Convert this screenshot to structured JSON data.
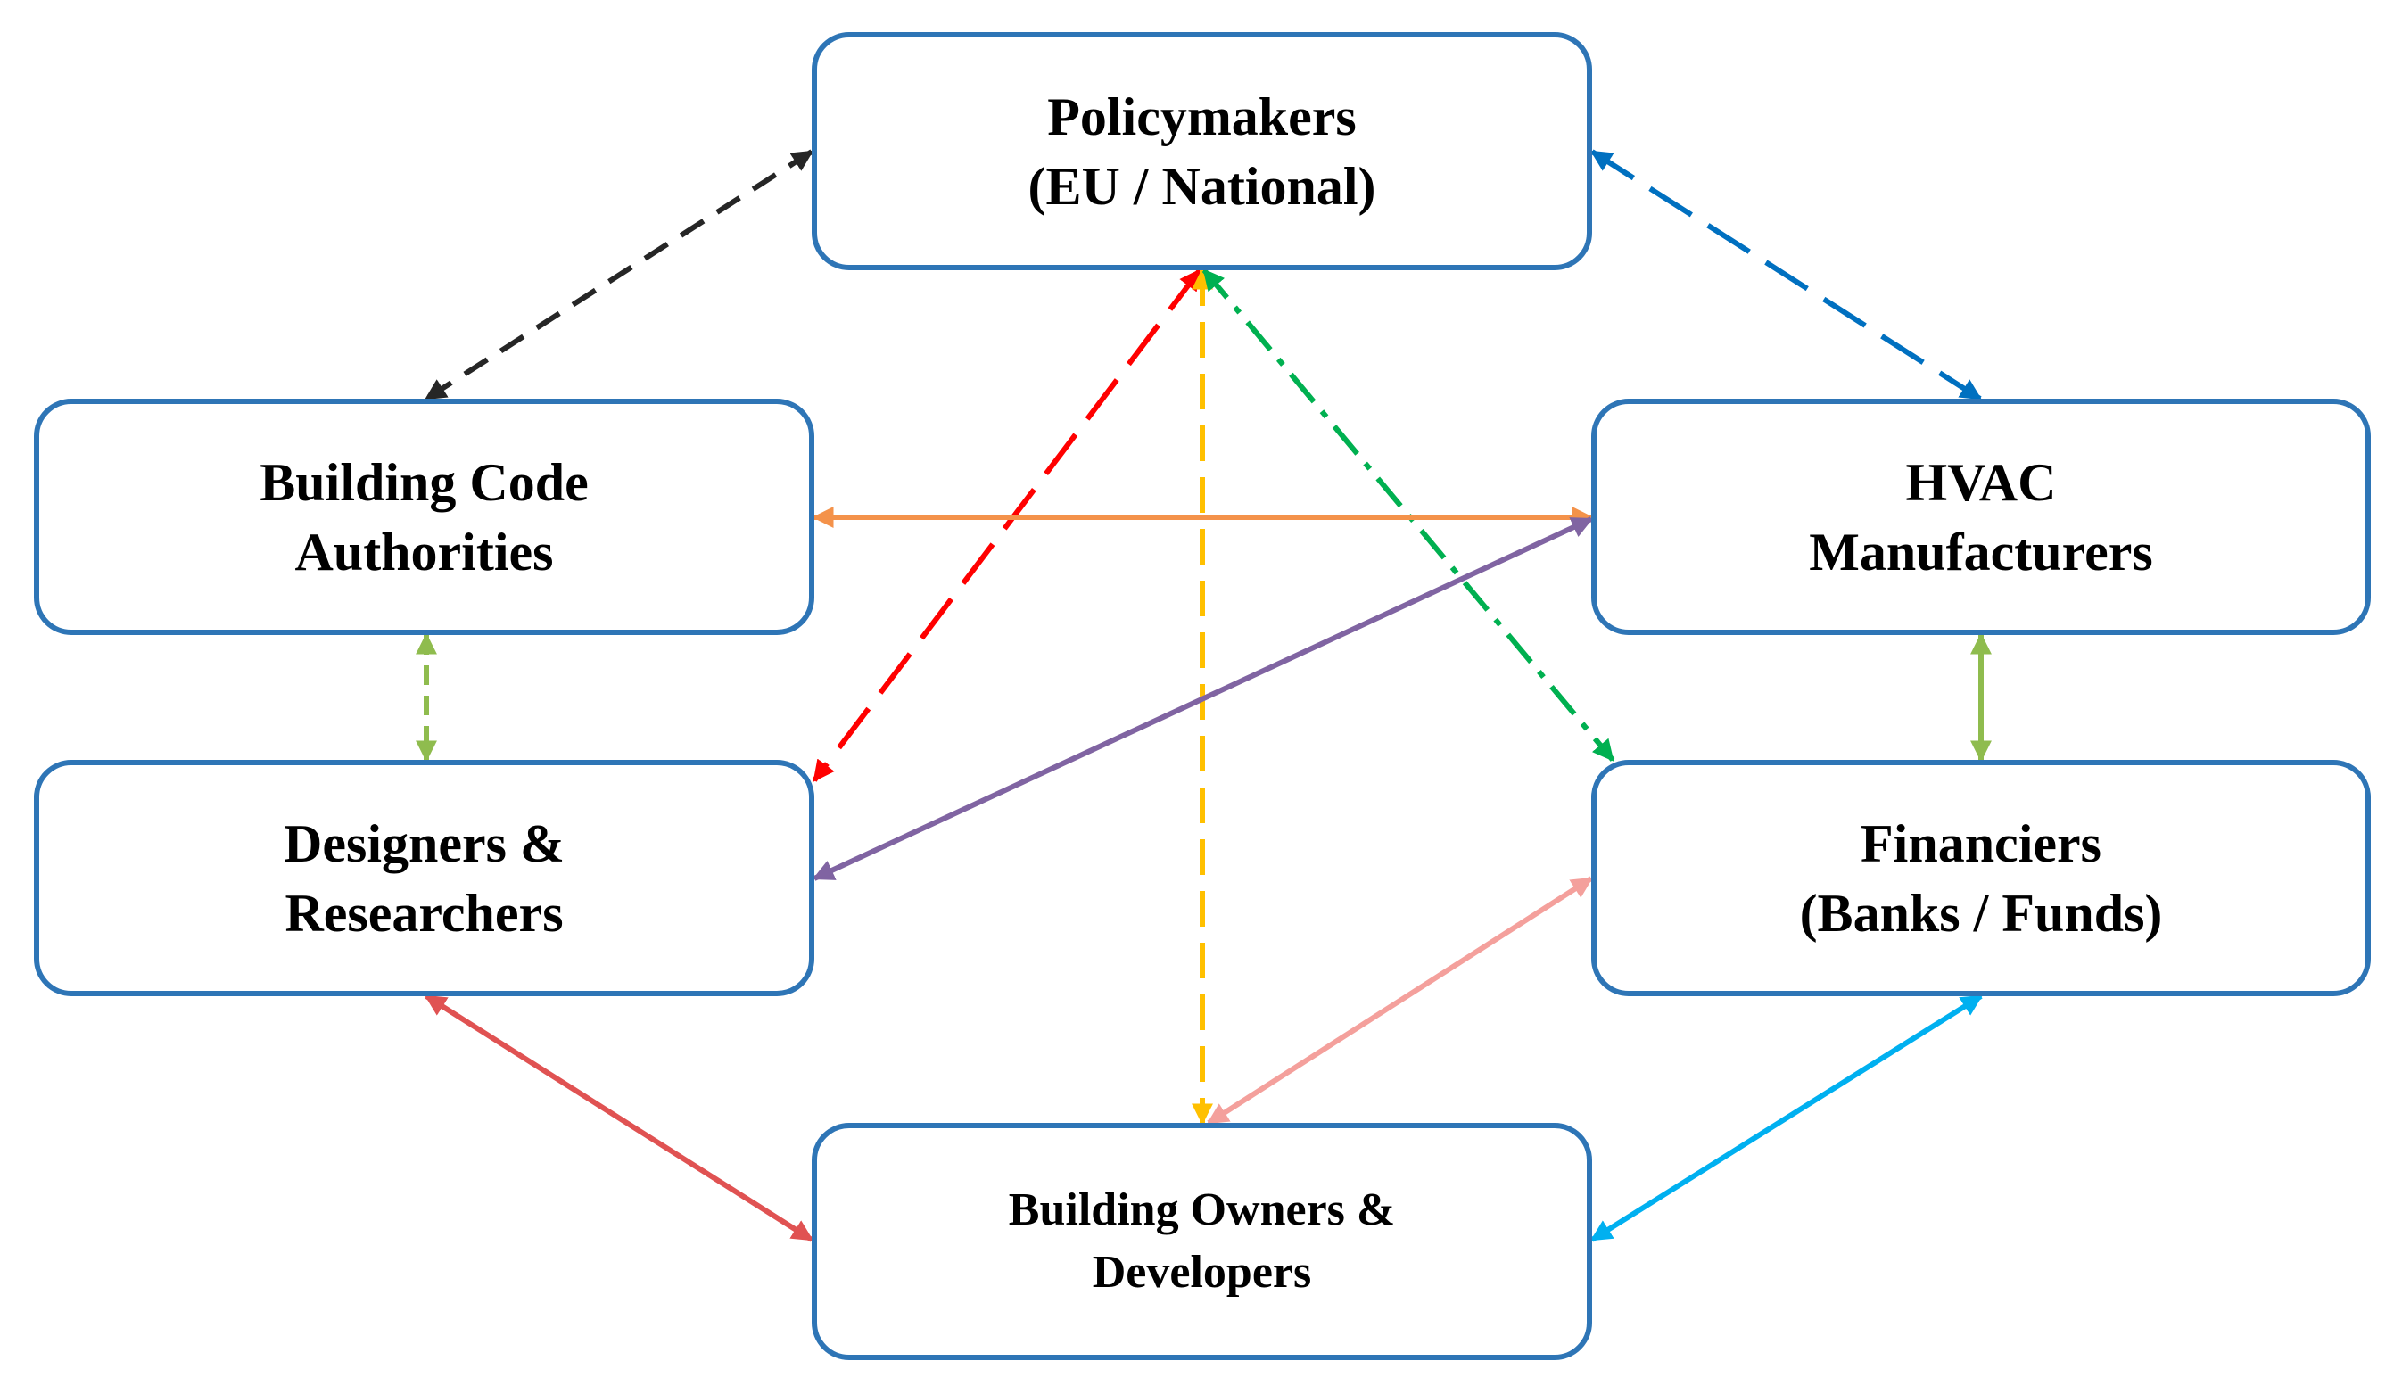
{
  "nodes": {
    "policymakers": {
      "line1": "Policymakers",
      "line2": "(EU / National)"
    },
    "code_authorities": {
      "line1": "Building Code",
      "line2": "Authorities"
    },
    "hvac": {
      "line1": "HVAC",
      "line2": "Manufacturers"
    },
    "designers": {
      "line1": "Designers &",
      "line2": "Researchers"
    },
    "financiers": {
      "line1": "Financiers",
      "line2": "(Banks / Funds)"
    },
    "owners": {
      "line1": "Building Owners &",
      "line2": "Developers"
    }
  },
  "links": [
    {
      "from": "policymakers",
      "to": "code_authorities",
      "color": "#262626",
      "style": "dashed"
    },
    {
      "from": "policymakers",
      "to": "hvac",
      "color": "#0070c0",
      "style": "long-dashed"
    },
    {
      "from": "policymakers",
      "to": "designers",
      "color": "#ff0000",
      "style": "long-dashed"
    },
    {
      "from": "policymakers",
      "to": "owners",
      "color": "#ffc000",
      "style": "dashed"
    },
    {
      "from": "policymakers",
      "to": "financiers",
      "color": "#00b050",
      "style": "dash-dot"
    },
    {
      "from": "code_authorities",
      "to": "hvac",
      "color": "#f4924a",
      "style": "solid"
    },
    {
      "from": "hvac",
      "to": "designers",
      "color": "#8064a2",
      "style": "solid"
    },
    {
      "from": "code_authorities",
      "to": "designers",
      "color": "#8fbc4e",
      "style": "dashed"
    },
    {
      "from": "hvac",
      "to": "financiers",
      "color": "#8fbc4e",
      "style": "solid"
    },
    {
      "from": "designers",
      "to": "owners",
      "color": "#e05252",
      "style": "solid"
    },
    {
      "from": "financiers",
      "to": "owners",
      "color": "#00b0f0",
      "style": "solid"
    },
    {
      "from": "owners",
      "to": "financiers",
      "color": "#f4a09c",
      "style": "solid"
    }
  ]
}
